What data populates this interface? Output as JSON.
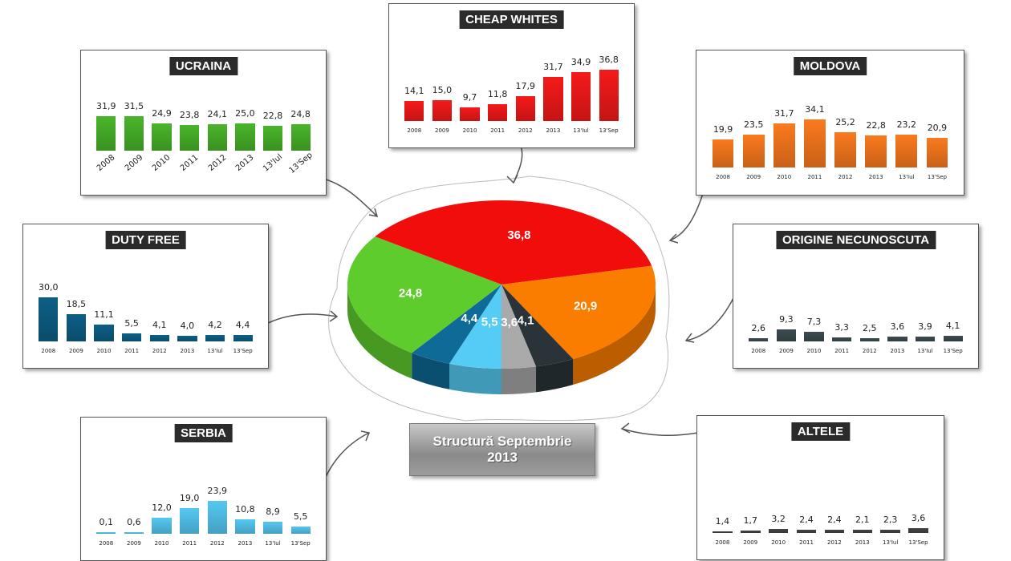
{
  "chart_data": [
    {
      "type": "pie",
      "title": "Structură Septembrie 2013",
      "title_line1": "Structură Septembrie",
      "title_line2": "2013",
      "slices": [
        {
          "name": "SERBIA",
          "value": 5.5,
          "label": "5,5",
          "color": "#55ccf5"
        },
        {
          "name": "DUTY FREE",
          "value": 4.4,
          "label": "4,4",
          "color": "#0e6a96"
        },
        {
          "name": "UCRAINA",
          "value": 24.8,
          "label": "24,8",
          "color": "#5fcc2e"
        },
        {
          "name": "CHEAP WHITES",
          "value": 36.8,
          "label": "36,8",
          "color": "#f20d0d"
        },
        {
          "name": "MOLDOVA",
          "value": 20.9,
          "label": "20,9",
          "color": "#fb7d00"
        },
        {
          "name": "ORIGINE NECUNOSCUTA",
          "value": 4.1,
          "label": "4,1",
          "color": "#2a3438"
        },
        {
          "name": "ALTELE",
          "value": 3.6,
          "label": "3,6",
          "color": "#aaaaaa"
        }
      ]
    },
    {
      "type": "bar",
      "id": "ucraina",
      "title": "UCRAINA",
      "color": "#49b52a",
      "categories": [
        "2008",
        "2009",
        "2010",
        "2011",
        "2012",
        "2013",
        "13'Iul",
        "13'Sep"
      ],
      "values": [
        31.9,
        31.5,
        24.9,
        23.8,
        24.1,
        25.0,
        22.8,
        24.8
      ],
      "labels": [
        "31,9",
        "31,5",
        "24,9",
        "23,8",
        "24,1",
        "25,0",
        "22,8",
        "24,8"
      ],
      "rotated_ticks": true
    },
    {
      "type": "bar",
      "id": "cheap",
      "title": "CHEAP WHITES",
      "color": "#f51a1a",
      "categories": [
        "2008",
        "2009",
        "2010",
        "2011",
        "2012",
        "2013",
        "13'Iul",
        "13'Sep"
      ],
      "values": [
        14.1,
        15.0,
        9.7,
        11.8,
        17.9,
        31.7,
        34.9,
        36.8
      ],
      "labels": [
        "14,1",
        "15,0",
        "9,7",
        "11,8",
        "17,9",
        "31,7",
        "34,9",
        "36,8"
      ]
    },
    {
      "type": "bar",
      "id": "moldova",
      "title": "MOLDOVA",
      "color": "#fa7a1e",
      "categories": [
        "2008",
        "2009",
        "2010",
        "2011",
        "2012",
        "2013",
        "13'Iul",
        "13'Sep"
      ],
      "values": [
        19.9,
        23.5,
        31.7,
        34.1,
        25.2,
        22.8,
        23.2,
        20.9
      ],
      "labels": [
        "19,9",
        "23,5",
        "31,7",
        "34,1",
        "25,2",
        "22,8",
        "23,2",
        "20,9"
      ]
    },
    {
      "type": "bar",
      "id": "duty",
      "title": "DUTY FREE",
      "color": "#0d5f86",
      "categories": [
        "2008",
        "2009",
        "2010",
        "2011",
        "2012",
        "2013",
        "13'Iul",
        "13'Sep"
      ],
      "values": [
        30.0,
        18.5,
        11.1,
        5.5,
        4.1,
        4.0,
        4.2,
        4.4
      ],
      "labels": [
        "30,0",
        "18,5",
        "11,1",
        "5,5",
        "4,1",
        "4,0",
        "4,2",
        "4,4"
      ]
    },
    {
      "type": "bar",
      "id": "origine",
      "title": "ORIGINE NECUNOSCUTA",
      "color": "#3c4c50",
      "categories": [
        "2008",
        "2009",
        "2010",
        "2011",
        "2012",
        "2013",
        "13'Iul",
        "13'Sep"
      ],
      "values": [
        2.6,
        9.3,
        7.3,
        3.3,
        2.5,
        3.6,
        3.9,
        4.1
      ],
      "labels": [
        "2,6",
        "9,3",
        "7,3",
        "3,3",
        "2,5",
        "3,6",
        "3,9",
        "4,1"
      ]
    },
    {
      "type": "bar",
      "id": "serbia",
      "title": "SERBIA",
      "color": "#55c8f2",
      "categories": [
        "2008",
        "2009",
        "2010",
        "2011",
        "2012",
        "2013",
        "13'Iul",
        "13'Sep"
      ],
      "values": [
        0.1,
        0.6,
        12.0,
        19.0,
        23.9,
        10.8,
        8.9,
        5.5
      ],
      "labels": [
        "0,1",
        "0,6",
        "12,0",
        "19,0",
        "23,9",
        "10,8",
        "8,9",
        "5,5"
      ]
    },
    {
      "type": "bar",
      "id": "altele",
      "title": "ALTELE",
      "color": "#444444",
      "categories": [
        "2008",
        "2009",
        "2010",
        "2011",
        "2012",
        "2013",
        "13'Iul",
        "13'Sep"
      ],
      "values": [
        1.4,
        1.7,
        3.2,
        2.4,
        2.4,
        2.1,
        2.3,
        3.6
      ],
      "labels": [
        "1,4",
        "1,7",
        "3,2",
        "2,4",
        "2,4",
        "2,1",
        "2,3",
        "3,6"
      ]
    }
  ]
}
